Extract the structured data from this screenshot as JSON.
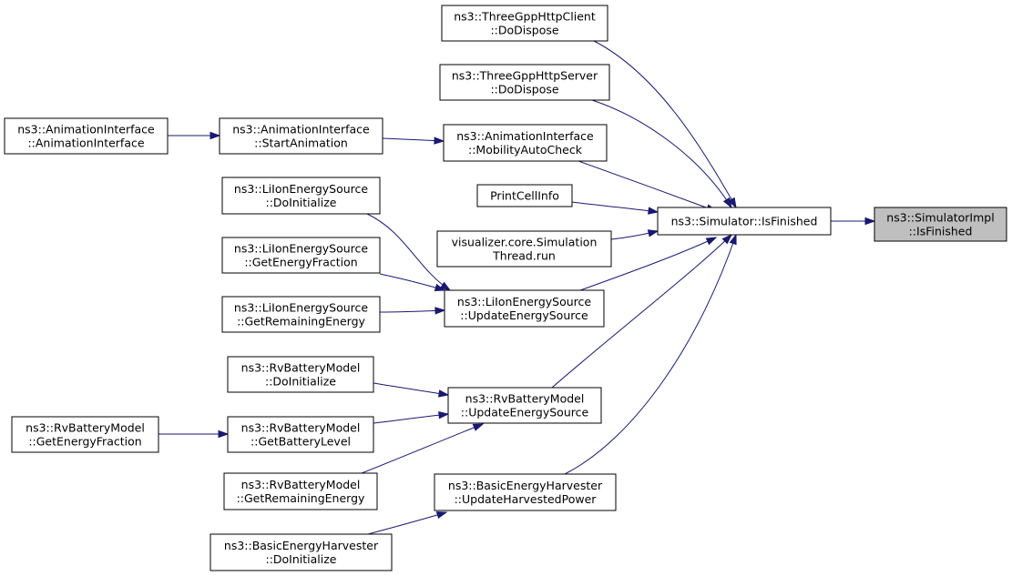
{
  "colors": {
    "edge": "#191970",
    "node_border": "#000000",
    "node_fill": "#ffffff",
    "highlight_fill": "#bfbfbf"
  },
  "nodes": [
    {
      "id": "simimpl",
      "name": "node-simulatorimpl-isfinished",
      "lines": [
        "ns3::SimulatorImpl",
        "::IsFinished"
      ],
      "highlight": true
    },
    {
      "id": "sim",
      "name": "node-simulator-isfinished",
      "lines": [
        "ns3::Simulator::IsFinished"
      ]
    },
    {
      "id": "client",
      "name": "node-threegpphttpclient-dodispose",
      "lines": [
        "ns3::ThreeGppHttpClient",
        "::DoDispose"
      ]
    },
    {
      "id": "server",
      "name": "node-threegpphttpserver-dodispose",
      "lines": [
        "ns3::ThreeGppHttpServer",
        "::DoDispose"
      ]
    },
    {
      "id": "animCheck",
      "name": "node-animationinterface-mobilityautocheck",
      "lines": [
        "ns3::AnimationInterface",
        "::MobilityAutoCheck"
      ]
    },
    {
      "id": "animStart",
      "name": "node-animationinterface-startanimation",
      "lines": [
        "ns3::AnimationInterface",
        "::StartAnimation"
      ]
    },
    {
      "id": "animCtor",
      "name": "node-animationinterface-constructor",
      "lines": [
        "ns3::AnimationInterface",
        "::AnimationInterface"
      ]
    },
    {
      "id": "print",
      "name": "node-printcellinfo",
      "lines": [
        "PrintCellInfo"
      ]
    },
    {
      "id": "viz",
      "name": "node-visualizer-simulationthread-run",
      "lines": [
        "visualizer.core.Simulation",
        "Thread.run"
      ]
    },
    {
      "id": "liUpd",
      "name": "node-liionenergysource-updateenergysource",
      "lines": [
        "ns3::LiIonEnergySource",
        "::UpdateEnergySource"
      ]
    },
    {
      "id": "liInit",
      "name": "node-liionenergysource-doinitialize",
      "lines": [
        "ns3::LiIonEnergySource",
        "::DoInitialize"
      ]
    },
    {
      "id": "liFrac",
      "name": "node-liionenergysource-getenergyfraction",
      "lines": [
        "ns3::LiIonEnergySource",
        "::GetEnergyFraction"
      ]
    },
    {
      "id": "liRem",
      "name": "node-liionenergysource-getremainingenergy",
      "lines": [
        "ns3::LiIonEnergySource",
        "::GetRemainingEnergy"
      ]
    },
    {
      "id": "rvUpd",
      "name": "node-rvbatterymodel-updateenergysource",
      "lines": [
        "ns3::RvBatteryModel",
        "::UpdateEnergySource"
      ]
    },
    {
      "id": "rvInit",
      "name": "node-rvbatterymodel-doinitialize",
      "lines": [
        "ns3::RvBatteryModel",
        "::DoInitialize"
      ]
    },
    {
      "id": "rvLevel",
      "name": "node-rvbatterymodel-getbatterylevel",
      "lines": [
        "ns3::RvBatteryModel",
        "::GetBatteryLevel"
      ]
    },
    {
      "id": "rvFrac",
      "name": "node-rvbatterymodel-getenergyfraction",
      "lines": [
        "ns3::RvBatteryModel",
        "::GetEnergyFraction"
      ]
    },
    {
      "id": "rvRem",
      "name": "node-rvbatterymodel-getremainingenergy",
      "lines": [
        "ns3::RvBatteryModel",
        "::GetRemainingEnergy"
      ]
    },
    {
      "id": "harvUpd",
      "name": "node-basicenergyharvester-updateharvestedpower",
      "lines": [
        "ns3::BasicEnergyHarvester",
        "::UpdateHarvestedPower"
      ]
    },
    {
      "id": "harvInit",
      "name": "node-basicenergyharvester-doinitialize",
      "lines": [
        "ns3::BasicEnergyHarvester",
        "::DoInitialize"
      ]
    }
  ],
  "edges": [
    {
      "from": "sim",
      "to": "simimpl"
    },
    {
      "from": "client",
      "to": "sim"
    },
    {
      "from": "server",
      "to": "sim"
    },
    {
      "from": "animCheck",
      "to": "sim"
    },
    {
      "from": "print",
      "to": "sim"
    },
    {
      "from": "viz",
      "to": "sim"
    },
    {
      "from": "liUpd",
      "to": "sim"
    },
    {
      "from": "rvUpd",
      "to": "sim"
    },
    {
      "from": "harvUpd",
      "to": "sim"
    },
    {
      "from": "animStart",
      "to": "animCheck"
    },
    {
      "from": "animCtor",
      "to": "animStart"
    },
    {
      "from": "liInit",
      "to": "liUpd"
    },
    {
      "from": "liFrac",
      "to": "liUpd"
    },
    {
      "from": "liRem",
      "to": "liUpd"
    },
    {
      "from": "rvInit",
      "to": "rvUpd"
    },
    {
      "from": "rvLevel",
      "to": "rvUpd"
    },
    {
      "from": "rvRem",
      "to": "rvUpd"
    },
    {
      "from": "rvFrac",
      "to": "rvLevel"
    },
    {
      "from": "harvInit",
      "to": "harvUpd"
    }
  ]
}
